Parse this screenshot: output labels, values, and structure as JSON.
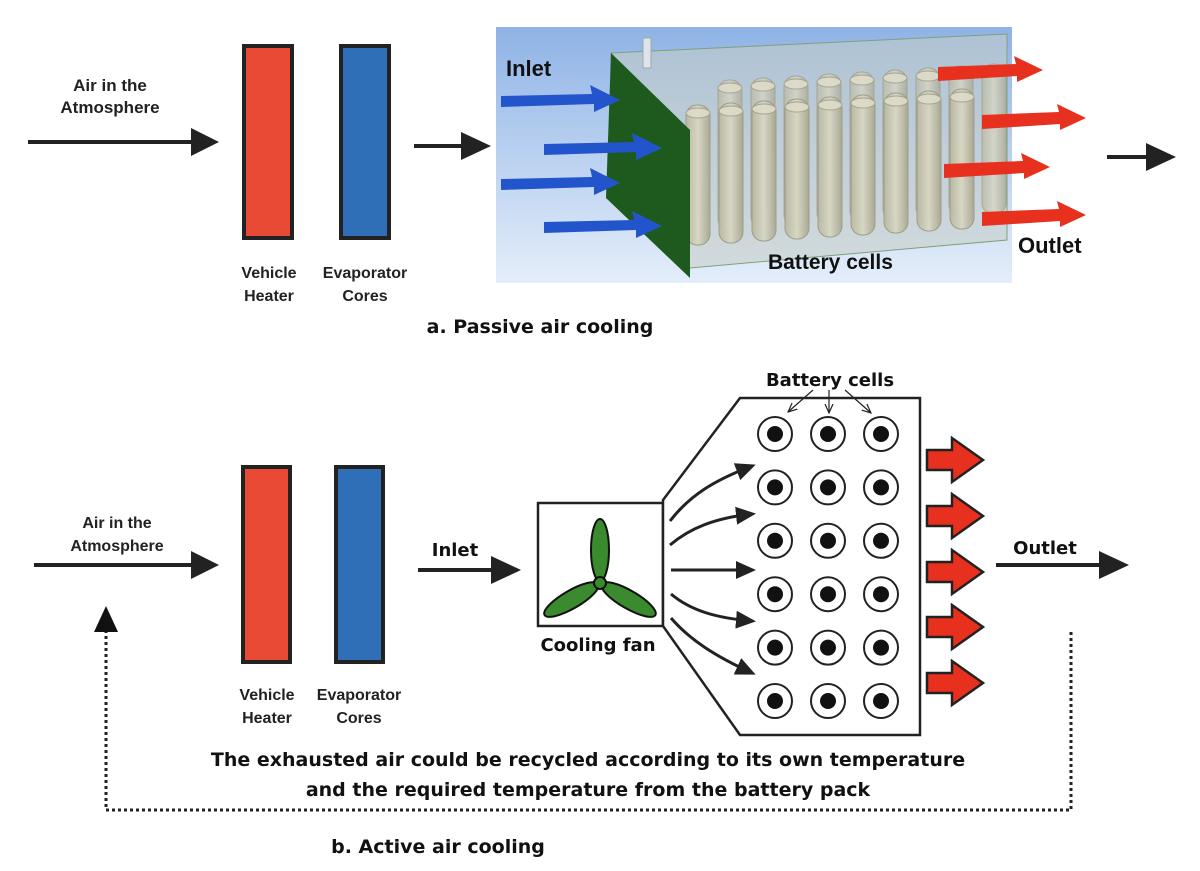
{
  "panel_a": {
    "caption": "a. Passive air cooling",
    "air_label_line1": "Air in the",
    "air_label_line2": "Atmosphere",
    "heater_label_line1": "Vehicle",
    "heater_label_line2": "Heater",
    "evaporator_label_line1": "Evaporator",
    "evaporator_label_line2": "Cores",
    "inlet_label": "Inlet",
    "outlet_label": "Outlet",
    "battery_label": "Battery cells"
  },
  "panel_b": {
    "caption": "b. Active air cooling",
    "air_label_line1": "Air in the",
    "air_label_line2": "Atmosphere",
    "heater_label_line1": "Vehicle",
    "heater_label_line2": "Heater",
    "evaporator_label_line1": "Evaporator",
    "evaporator_label_line2": "Cores",
    "inlet_label": "Inlet",
    "outlet_label": "Outlet",
    "fan_label": "Cooling fan",
    "battery_label": "Battery cells",
    "cell_rows": 6,
    "cell_cols": 3,
    "recycle_note_line1": "The exhausted air could be recycled according to its own temperature",
    "recycle_note_line2": "and the required temperature from the battery pack"
  },
  "colors": {
    "heater": "#e84a35",
    "evaporator": "#2f6fb8",
    "fan": "#3a8a2e",
    "inlet_arrow": "#2255cc",
    "outlet_arrow": "#e8301f"
  }
}
